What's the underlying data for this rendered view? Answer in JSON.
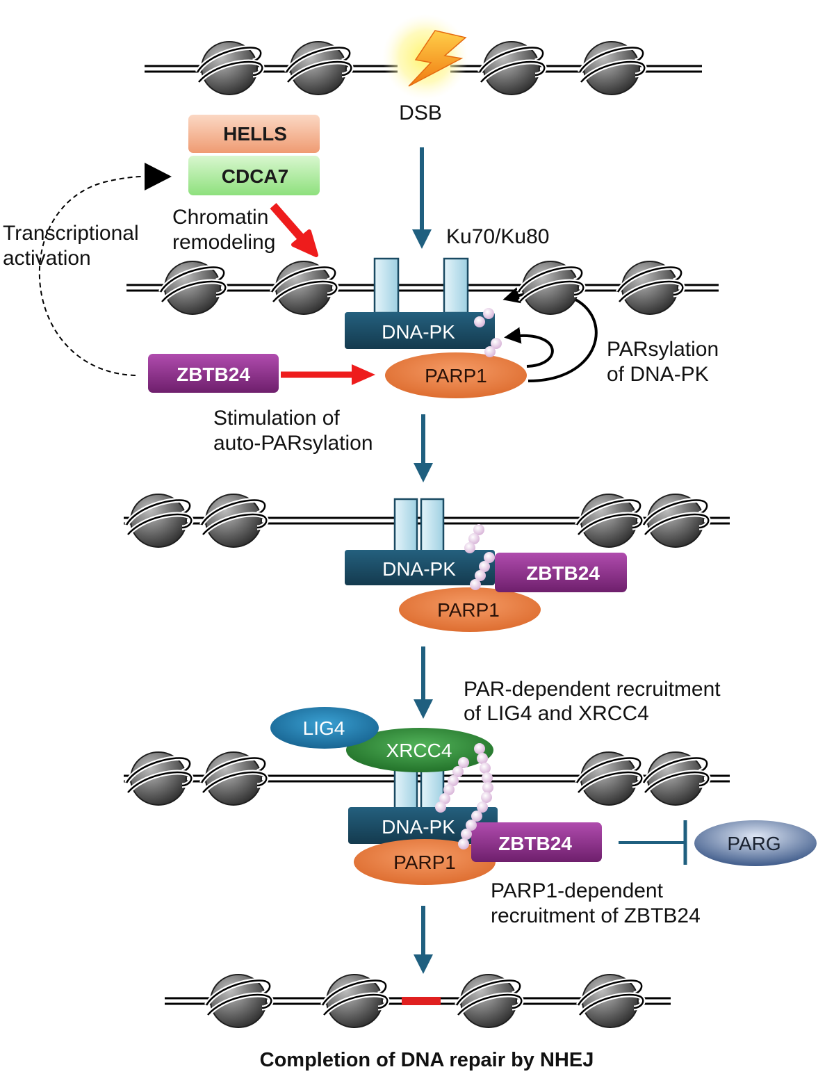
{
  "step1": {
    "dsb_label": "DSB"
  },
  "remodelers": {
    "hells": "HELLS",
    "cdca7": "CDCA7"
  },
  "labels": {
    "chromatin_1": "Chromatin",
    "chromatin_2": "remodeling",
    "transcriptional_1": "Transcriptional",
    "transcriptional_2": "activation",
    "ku": "Ku70/Ku80",
    "parsylation_1": "PARsylation",
    "parsylation_2": "of DNA-PK",
    "stimulation_1": "Stimulation of",
    "stimulation_2": "auto-PARsylation",
    "recruit_lig_1": "PAR-dependent recruitment",
    "recruit_lig_2": "of LIG4 and XRCC4",
    "recruit_zbtb_1": "PARP1-dependent",
    "recruit_zbtb_2": "recruitment of ZBTB24",
    "completion": "Completion of DNA repair by NHEJ"
  },
  "proteins": {
    "dnapk": "DNA-PK",
    "parp1": "PARP1",
    "zbtb24": "ZBTB24",
    "lig4": "LIG4",
    "xrcc4": "XRCC4",
    "parg": "PARG"
  },
  "colors": {
    "flow_arrow": "#1f5f7f",
    "activation_arrow": "#ee1c1c",
    "dnapk": "#1a4a62",
    "parp1": "#e4763a",
    "zbtb24": "#8a2d88",
    "lig4": "#1d7bb0",
    "xrcc4": "#2c8a34",
    "parg": "#35507e",
    "ku": "#bfe2ef",
    "par": "#ecd2ec",
    "ligation": "#e02020"
  }
}
